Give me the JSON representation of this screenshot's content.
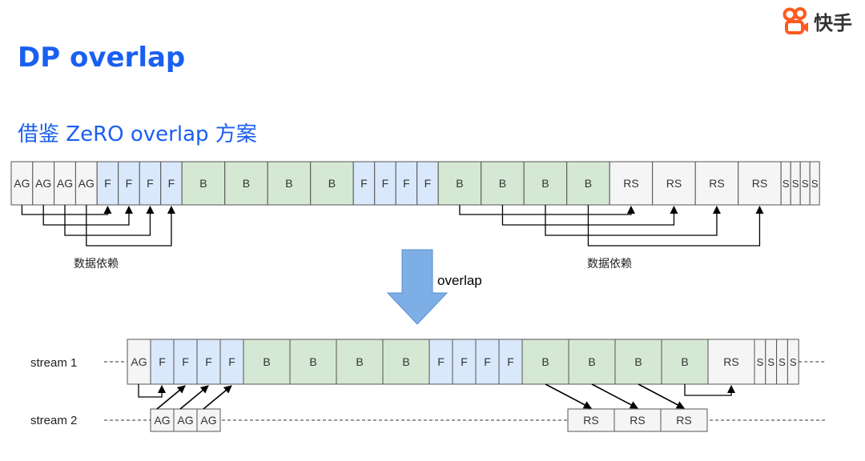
{
  "page": {
    "title": "DP overlap",
    "subtitle": "借鉴 ZeRO overlap 方案",
    "brand": "快手"
  },
  "colors": {
    "title": "#1a5ff0",
    "forward_fill": "#dae8fc",
    "backward_fill": "#d5e8d4",
    "neutral_fill": "#f5f5f5",
    "border": "#555555",
    "arrow_fill": "#7eaee6",
    "logo": "#ff5a1f"
  },
  "top_sequence": {
    "blocks": [
      {
        "label": "AG",
        "type": "neutral"
      },
      {
        "label": "AG",
        "type": "neutral"
      },
      {
        "label": "AG",
        "type": "neutral"
      },
      {
        "label": "AG",
        "type": "neutral"
      },
      {
        "label": "F",
        "type": "forward"
      },
      {
        "label": "F",
        "type": "forward"
      },
      {
        "label": "F",
        "type": "forward"
      },
      {
        "label": "F",
        "type": "forward"
      },
      {
        "label": "B",
        "type": "backward"
      },
      {
        "label": "B",
        "type": "backward"
      },
      {
        "label": "B",
        "type": "backward"
      },
      {
        "label": "B",
        "type": "backward"
      },
      {
        "label": "F",
        "type": "forward"
      },
      {
        "label": "F",
        "type": "forward"
      },
      {
        "label": "F",
        "type": "forward"
      },
      {
        "label": "F",
        "type": "forward"
      },
      {
        "label": "B",
        "type": "backward"
      },
      {
        "label": "B",
        "type": "backward"
      },
      {
        "label": "B",
        "type": "backward"
      },
      {
        "label": "B",
        "type": "backward"
      },
      {
        "label": "RS",
        "type": "neutral"
      },
      {
        "label": "RS",
        "type": "neutral"
      },
      {
        "label": "RS",
        "type": "neutral"
      },
      {
        "label": "RS",
        "type": "neutral"
      },
      {
        "label": "S",
        "type": "neutral"
      },
      {
        "label": "S",
        "type": "neutral"
      },
      {
        "label": "S",
        "type": "neutral"
      },
      {
        "label": "S",
        "type": "neutral"
      }
    ],
    "dependency_label_left": "数据依赖",
    "dependency_label_right": "数据依赖"
  },
  "transition": {
    "label": "overlap"
  },
  "stream1": {
    "label": "stream 1",
    "blocks": [
      {
        "label": "AG",
        "type": "neutral"
      },
      {
        "label": "F",
        "type": "forward"
      },
      {
        "label": "F",
        "type": "forward"
      },
      {
        "label": "F",
        "type": "forward"
      },
      {
        "label": "F",
        "type": "forward"
      },
      {
        "label": "B",
        "type": "backward"
      },
      {
        "label": "B",
        "type": "backward"
      },
      {
        "label": "B",
        "type": "backward"
      },
      {
        "label": "B",
        "type": "backward"
      },
      {
        "label": "F",
        "type": "forward"
      },
      {
        "label": "F",
        "type": "forward"
      },
      {
        "label": "F",
        "type": "forward"
      },
      {
        "label": "F",
        "type": "forward"
      },
      {
        "label": "B",
        "type": "backward"
      },
      {
        "label": "B",
        "type": "backward"
      },
      {
        "label": "B",
        "type": "backward"
      },
      {
        "label": "B",
        "type": "backward"
      },
      {
        "label": "RS",
        "type": "neutral"
      },
      {
        "label": "S",
        "type": "neutral"
      },
      {
        "label": "S",
        "type": "neutral"
      },
      {
        "label": "S",
        "type": "neutral"
      },
      {
        "label": "S",
        "type": "neutral"
      }
    ]
  },
  "stream2": {
    "label": "stream 2",
    "ag_blocks": [
      "AG",
      "AG",
      "AG"
    ],
    "rs_blocks": [
      "RS",
      "RS",
      "RS"
    ]
  }
}
